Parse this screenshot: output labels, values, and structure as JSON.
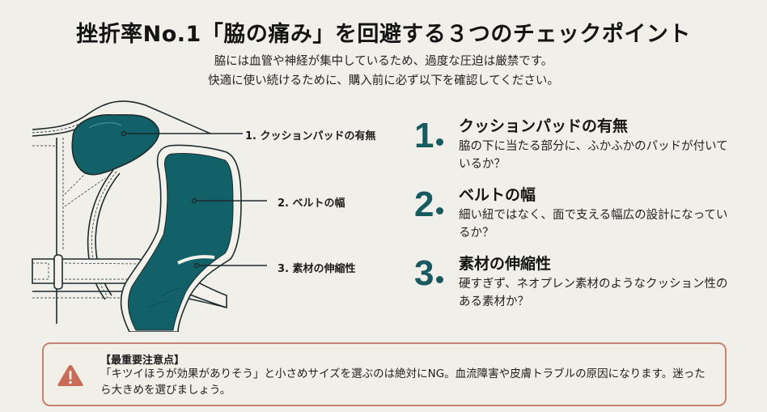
{
  "header": {
    "title": "挫折率No.1「脇の痛み」を回避する３つのチェックポイント",
    "subtitle_line1": "脇には血管や神経が集中しているため、過度な圧迫は厳禁です。",
    "subtitle_line2": "快適に使い続けるために、購入前に必ず以下を確認してください。"
  },
  "illustration": {
    "callouts": [
      {
        "label": "1. クッションパッドの有無"
      },
      {
        "label": "2. ベルトの幅"
      },
      {
        "label": "3. 素材の伸縮性"
      }
    ],
    "colors": {
      "pad": "#136168",
      "outline": "#1d2b2c",
      "strap": "#f3f1ec"
    }
  },
  "points": [
    {
      "number": "1",
      "title": "クッションパッドの有無",
      "desc": "脇の下に当たる部分に、ふかふかのパッドが付いているか？"
    },
    {
      "number": "2",
      "title": "ベルトの幅",
      "desc": "細い紐ではなく、面で支える幅広の設計になっているか？"
    },
    {
      "number": "3",
      "title": "素材の伸縮性",
      "desc": "硬すぎず、ネオプレン素材のようなクッション性のある素材か？"
    }
  ],
  "alert": {
    "icon": "warning-triangle-icon",
    "heading": "【最重要注意点】",
    "body": "「キツイほうが効果がありそう」と小さめサイズを選ぶのは絶対にNG。血流障害や皮膚トラブルの原因になります。迷ったら大きめを選びましょう。",
    "color": "#c86b57",
    "border_color": "#c48470"
  },
  "colors": {
    "background": "#f1efea",
    "accent": "#175a60"
  }
}
